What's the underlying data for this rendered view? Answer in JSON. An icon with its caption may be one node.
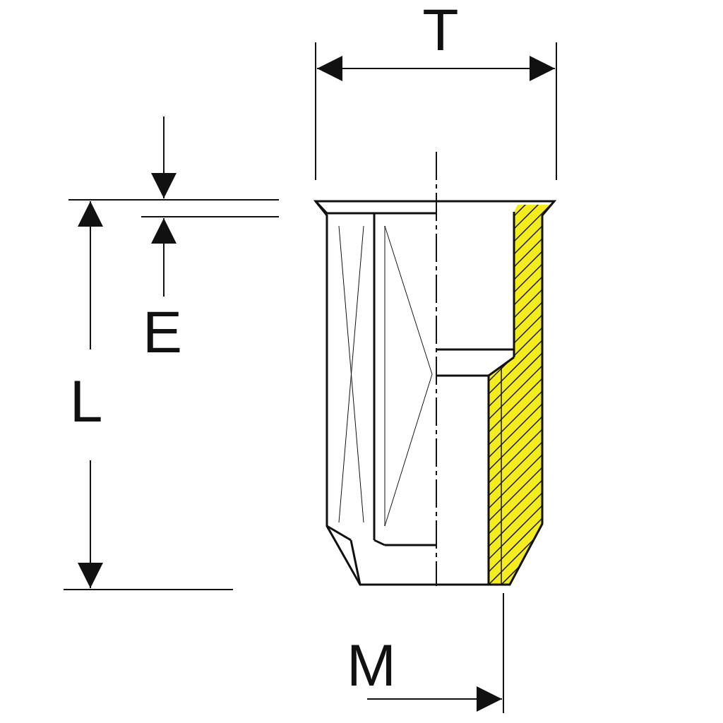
{
  "diagram": {
    "labels": [
      "T",
      "E",
      "L",
      "M"
    ]
  }
}
